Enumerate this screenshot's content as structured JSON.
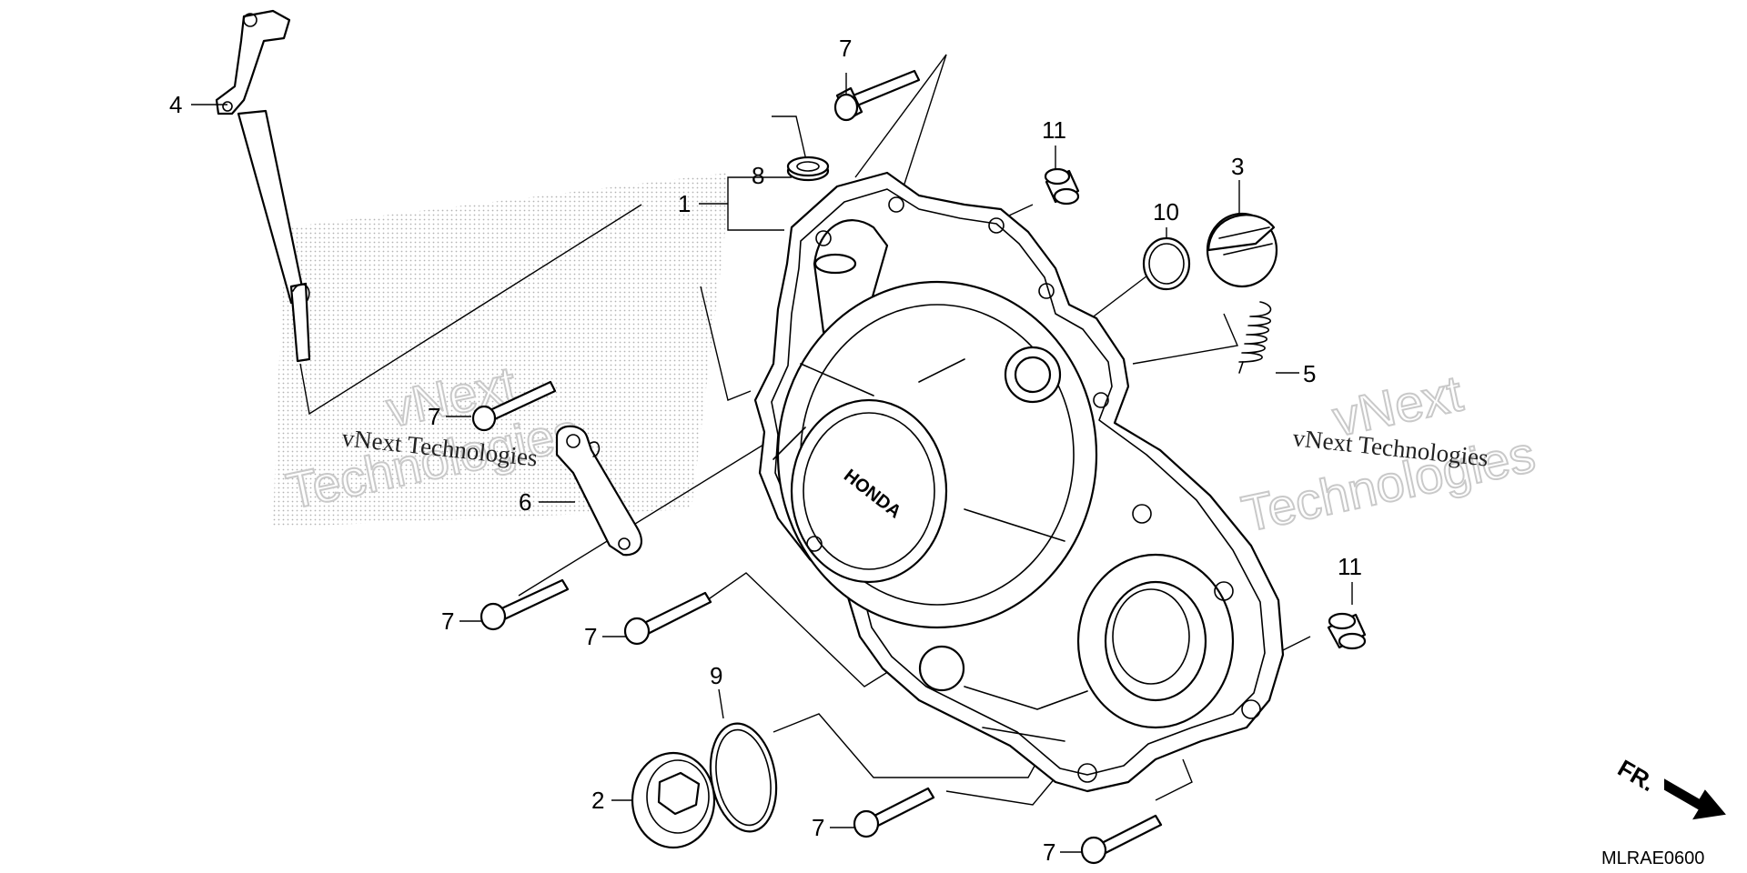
{
  "diagram_code": "MLRAE0600",
  "front_label": "FR.",
  "brand_mark": "HONDA",
  "watermarks": [
    {
      "text": "vNext Technologies"
    },
    {
      "text": "vNext Technologies"
    }
  ],
  "callouts": [
    {
      "id": "c1",
      "text": "1"
    },
    {
      "id": "c2",
      "text": "2"
    },
    {
      "id": "c3",
      "text": "3"
    },
    {
      "id": "c4",
      "text": "4"
    },
    {
      "id": "c5",
      "text": "5"
    },
    {
      "id": "c6",
      "text": "6"
    },
    {
      "id": "c7a",
      "text": "7"
    },
    {
      "id": "c7b",
      "text": "7"
    },
    {
      "id": "c7c",
      "text": "7"
    },
    {
      "id": "c7d",
      "text": "7"
    },
    {
      "id": "c7e",
      "text": "7"
    },
    {
      "id": "c7f",
      "text": "7"
    },
    {
      "id": "c8",
      "text": "8"
    },
    {
      "id": "c9",
      "text": "9"
    },
    {
      "id": "c10",
      "text": "10"
    },
    {
      "id": "c11a",
      "text": "11"
    },
    {
      "id": "c11b",
      "text": "11"
    }
  ]
}
